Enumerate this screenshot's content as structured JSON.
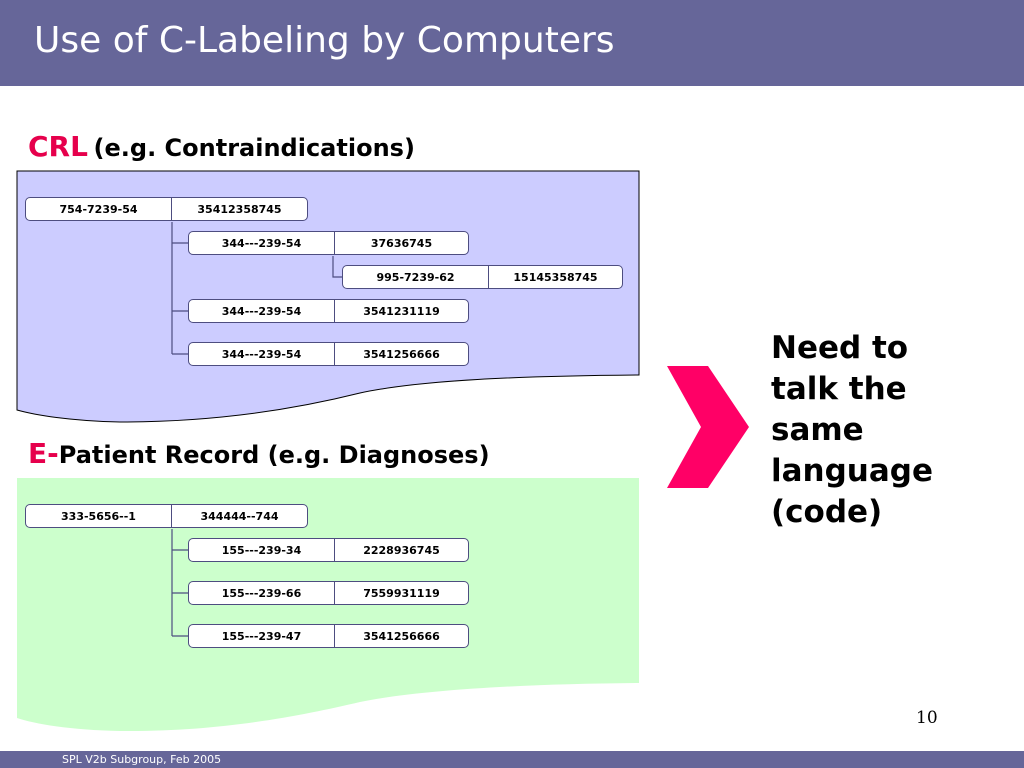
{
  "slide": {
    "title": "Use of C-Labeling by Computers",
    "page_number": "10",
    "footer": "SPL V2b Subgroup, Feb 2005",
    "callout": [
      "Need to",
      "talk the",
      "same",
      "language",
      "(code)"
    ]
  },
  "colors": {
    "bar": "#666699",
    "crl_panel": "#ccccff",
    "patient_panel": "#ccffcc",
    "accent": "#e6004c",
    "arrow": "#ff0066"
  },
  "crl": {
    "prefix": "CRL",
    "label": "(e.g. Contraindications)",
    "root": [
      "754-7239-54",
      "35412358745"
    ],
    "children": [
      [
        "344---239-54",
        "37636745"
      ],
      [
        "995-7239-62",
        "15145358745"
      ],
      [
        "344---239-54",
        "3541231119"
      ],
      [
        "344---239-54",
        "3541256666"
      ]
    ]
  },
  "patient": {
    "prefix": "E-",
    "label": "Patient Record (e.g. Diagnoses)",
    "root": [
      "333-5656--1",
      "344444--744"
    ],
    "children": [
      [
        "155---239-34",
        "2228936745"
      ],
      [
        "155---239-66",
        "7559931119"
      ],
      [
        "155---239-47",
        "3541256666"
      ]
    ]
  }
}
